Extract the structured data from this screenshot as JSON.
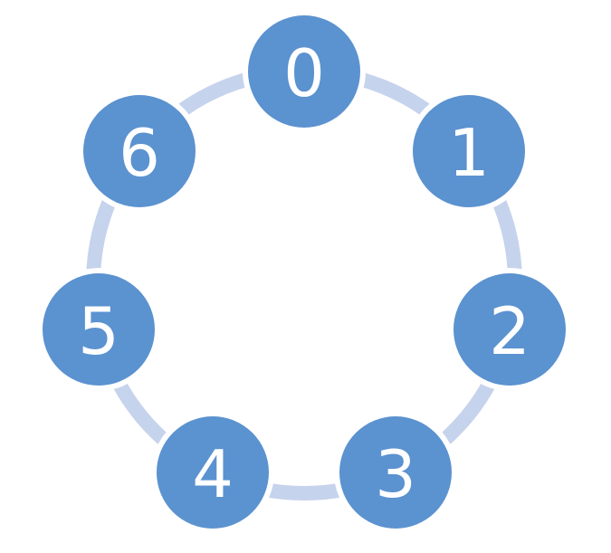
{
  "diagram": {
    "type": "cycle",
    "nodes": [
      {
        "label": "0"
      },
      {
        "label": "1"
      },
      {
        "label": "2"
      },
      {
        "label": "3"
      },
      {
        "label": "4"
      },
      {
        "label": "5"
      },
      {
        "label": "6"
      }
    ],
    "colors": {
      "node_fill": "#5b92d0",
      "ring": "#c6d3ec",
      "label_text": "#ffffff",
      "background": "#ffffff"
    }
  }
}
